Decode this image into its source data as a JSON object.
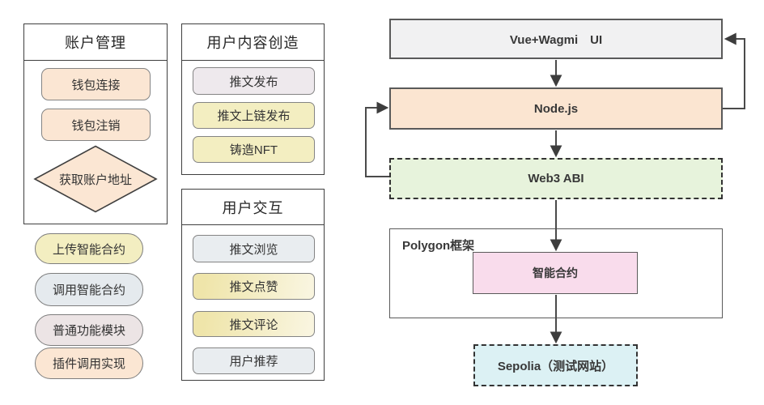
{
  "colors": {
    "peach": "#fbe6d3",
    "yellow": "#f3eec1",
    "gray_blue": "#e5eaee",
    "pink_gray": "#ece4e5",
    "lavender": "#eee9ed",
    "light_gray": "#e9edf0",
    "yellow_gradient": "#efe5aa → #f9f5df",
    "flow_gray": "#f1f1f2",
    "flow_peach": "#fbe5d1",
    "flow_green": "#e7f3dc",
    "flow_pink": "#f9dcec",
    "flow_cyan": "#dcf1f4",
    "border_dark": "#3f3f3f",
    "border_gray": "#848484",
    "arrow": "#4a4a4a"
  },
  "account_panel": {
    "title": "账户管理",
    "buttons": [
      "钱包连接",
      "钱包注销"
    ],
    "diamond_label": "获取账户地址"
  },
  "legend_pills": [
    {
      "label": "上传智能合约"
    },
    {
      "label": "调用智能合约"
    },
    {
      "label": "普通功能模块"
    },
    {
      "label": "插件调用实现"
    }
  ],
  "content_panel": {
    "title": "用户内容创造",
    "buttons": [
      {
        "label": "推文发布"
      },
      {
        "label": "推文上链发布"
      },
      {
        "label": "铸造NFT"
      }
    ]
  },
  "interaction_panel": {
    "title": "用户交互",
    "buttons": [
      {
        "label": "推文浏览"
      },
      {
        "label": "推文点赞"
      },
      {
        "label": "推文评论"
      },
      {
        "label": "用户推荐"
      }
    ]
  },
  "flow": {
    "ui": "Vue+Wagmi　UI",
    "node": "Node.js",
    "abi": "Web3 ABI",
    "polygon_label": "Polygon框架",
    "contract": "智能合约",
    "sepolia": "Sepolia（测试网站）"
  }
}
